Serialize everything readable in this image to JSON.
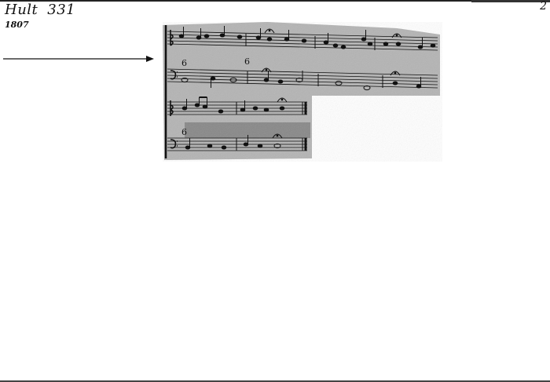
{
  "card": {
    "title": "Hult",
    "number": "331",
    "year": "1807",
    "page_number": "2"
  },
  "score": {
    "staves": 4,
    "figured_bass": [
      "6",
      "6",
      "6"
    ]
  },
  "colors": {
    "ink": "#111111",
    "paper": "#ffffff",
    "photocopy_shade": "#8a8a8a"
  }
}
